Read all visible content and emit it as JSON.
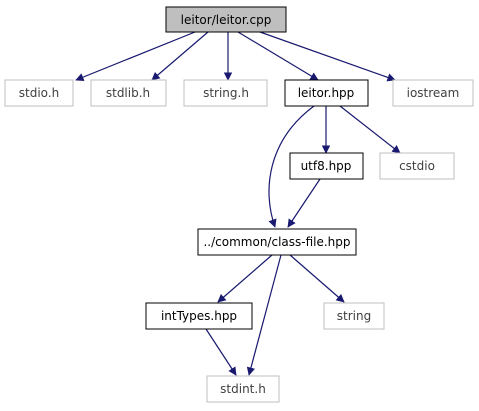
{
  "colors": {
    "edge": "#191970",
    "local_border": "#000000",
    "system_border": "#bfbfbf",
    "root_fill": "#bfbfbf",
    "node_fill": "#ffffff",
    "system_text": "#404040"
  },
  "nodes": {
    "root": {
      "label": "leitor/leitor.cpp"
    },
    "stdio_h": {
      "label": "stdio.h"
    },
    "stdlib_h": {
      "label": "stdlib.h"
    },
    "string_h": {
      "label": "string.h"
    },
    "leitor_hpp": {
      "label": "leitor.hpp"
    },
    "iostream": {
      "label": "iostream"
    },
    "utf8_hpp": {
      "label": "utf8.hpp"
    },
    "cstdio": {
      "label": "cstdio"
    },
    "class_file_hpp": {
      "label": "../common/class-file.hpp"
    },
    "inttypes_hpp": {
      "label": "intTypes.hpp"
    },
    "string": {
      "label": "string"
    },
    "stdint_h": {
      "label": "stdint.h"
    }
  }
}
